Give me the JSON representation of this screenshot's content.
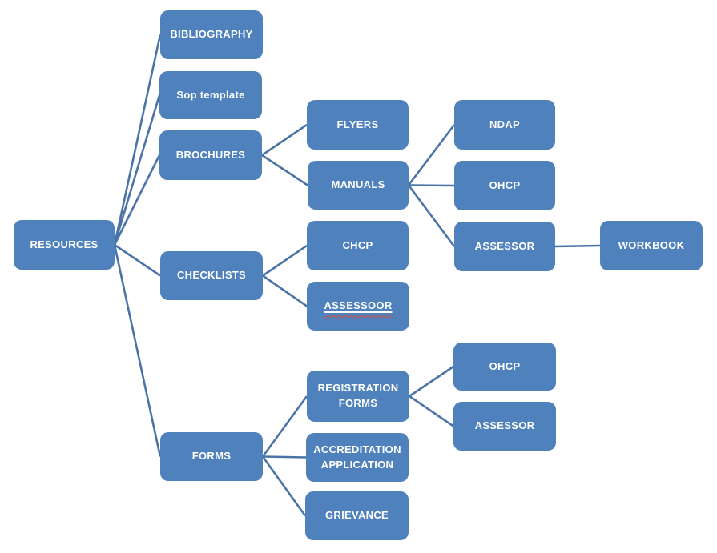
{
  "diagram": {
    "title": "Resources hierarchy diagram",
    "colors": {
      "background": "#ffffff",
      "node_fill": "#4f81bd",
      "node_text": "#ffffff",
      "connector_line": "#4a73a6",
      "misspelling_wavy": "#e04a3a"
    },
    "nodes": [
      {
        "id": "resources",
        "label": "RESOURCES"
      },
      {
        "id": "bibliography",
        "label": "BIBLIOGRAPHY"
      },
      {
        "id": "sop-template",
        "label": "Sop template"
      },
      {
        "id": "brochures",
        "label": "BROCHURES"
      },
      {
        "id": "checklists",
        "label": "CHECKLISTS"
      },
      {
        "id": "forms",
        "label": "FORMS"
      },
      {
        "id": "flyers",
        "label": "FLYERS"
      },
      {
        "id": "manuals",
        "label": "MANUALS"
      },
      {
        "id": "chcp",
        "label": "CHCP"
      },
      {
        "id": "assessoor",
        "label": "ASSESSOOR",
        "misspelled": true
      },
      {
        "id": "ndap",
        "label": "NDAP"
      },
      {
        "id": "ohcp-manuals",
        "label": "OHCP"
      },
      {
        "id": "assessor-manuals",
        "label": "ASSESSOR"
      },
      {
        "id": "workbook",
        "label": "WORKBOOK"
      },
      {
        "id": "registration-forms",
        "label": "REGISTRATION FORMS"
      },
      {
        "id": "accreditation-application",
        "label": "ACCREDITATION APPLICATION"
      },
      {
        "id": "grievance",
        "label": "GRIEVANCE"
      },
      {
        "id": "ohcp-forms",
        "label": "OHCP"
      },
      {
        "id": "assessor-forms",
        "label": "ASSESSOR"
      }
    ],
    "edges": [
      [
        "resources",
        "bibliography"
      ],
      [
        "resources",
        "sop-template"
      ],
      [
        "resources",
        "brochures"
      ],
      [
        "resources",
        "checklists"
      ],
      [
        "resources",
        "forms"
      ],
      [
        "brochures",
        "flyers"
      ],
      [
        "brochures",
        "manuals"
      ],
      [
        "manuals",
        "ndap"
      ],
      [
        "manuals",
        "ohcp-manuals"
      ],
      [
        "manuals",
        "assessor-manuals"
      ],
      [
        "assessor-manuals",
        "workbook"
      ],
      [
        "checklists",
        "chcp"
      ],
      [
        "checklists",
        "assessoor"
      ],
      [
        "forms",
        "registration-forms"
      ],
      [
        "forms",
        "accreditation-application"
      ],
      [
        "forms",
        "grievance"
      ],
      [
        "registration-forms",
        "ohcp-forms"
      ],
      [
        "registration-forms",
        "assessor-forms"
      ]
    ]
  }
}
